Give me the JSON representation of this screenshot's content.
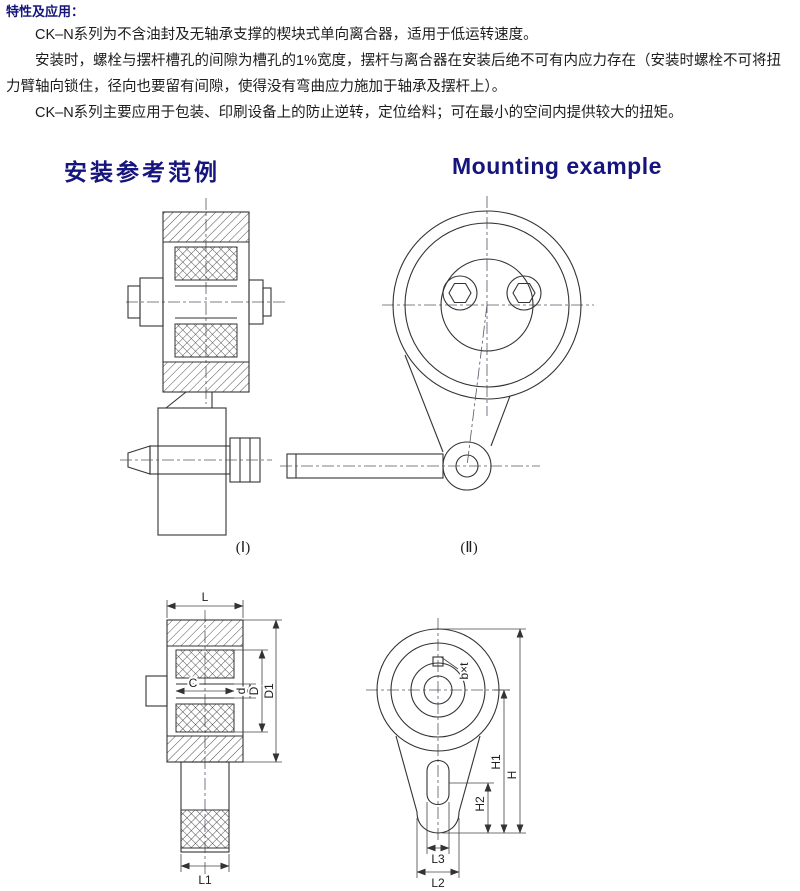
{
  "colors": {
    "heading_navy": "#15157d",
    "line": "#333333",
    "text": "#1d1d1d"
  },
  "intro": {
    "title": "特性及应用：",
    "paragraphs": [
      "CK–N系列为不含油封及无轴承支撑的楔块式单向离合器，适用于低运转速度。",
      "安装时，螺栓与摆杆槽孔的间隙为槽孔的1%宽度，摆杆与离合器在安装后绝不可有内应力存在（安装时螺栓不可将扭力臂轴向锁住，径向也要留有间隙，使得没有弯曲应力施加于轴承及摆杆上）。",
      "CK–N系列主要应用于包装、印刷设备上的防止逆转，定位给料；可在最小的空间内提供较大的扭矩。"
    ]
  },
  "headings": {
    "cn": "安装参考范例",
    "en": "Mounting example"
  },
  "figures": {
    "caption1": "(Ⅰ)",
    "caption2": "(Ⅱ)"
  },
  "dims": {
    "L": "L",
    "C": "C",
    "d": "d",
    "D": "D",
    "D1": "D1",
    "L1": "L1",
    "bxt": "b×t",
    "H1": "H1",
    "H": "H",
    "H2": "H2",
    "L3": "L3",
    "L2": "L2"
  }
}
